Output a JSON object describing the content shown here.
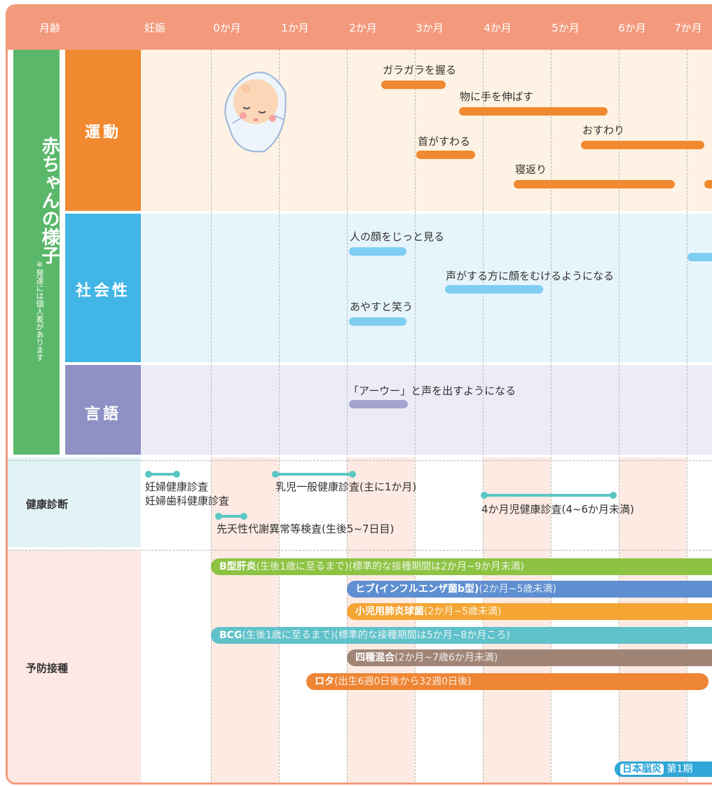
{
  "header": {
    "age_label": "月齢",
    "months": [
      "妊娠",
      "0か月",
      "1か月",
      "2か月",
      "3か月",
      "4か月",
      "5か月",
      "6か月",
      "7か月"
    ]
  },
  "baby": {
    "title": "赤ちゃんの様子",
    "note": "※発達には個人差があります",
    "categories": {
      "motor": "運動",
      "social": "社会性",
      "language": "言語"
    }
  },
  "milestones": {
    "motor": [
      {
        "label": "ガラガラを握る"
      },
      {
        "label": "物に手を伸ばす"
      },
      {
        "label": "首がすわる"
      },
      {
        "label": "おすわり"
      },
      {
        "label": "寝返り"
      }
    ],
    "social": [
      {
        "label": "人の顔をじっと見る"
      },
      {
        "label": "声がする方に顔をむけるようになる"
      },
      {
        "label": "あやすと笑う"
      }
    ],
    "language": [
      {
        "label": "「アーウー」と声を出すようになる"
      }
    ]
  },
  "checkups": {
    "title": "健康診断",
    "items": [
      {
        "label": "妊婦健康診査"
      },
      {
        "label": "妊婦歯科健康診査"
      },
      {
        "label": "乳児一般健康診査(主に1か月)"
      },
      {
        "label": "先天性代謝異常等検査(生後5~7日目)"
      },
      {
        "label": "4か月児健康診査(4~6か月未満)"
      }
    ]
  },
  "vaccines": {
    "title": "予防接種",
    "items": [
      {
        "name": "B型肝炎",
        "detail": "(生後1歳に至るまで)(標準的な接種期間は2か月~9か月未満)",
        "color": "#8dc343"
      },
      {
        "name": "ヒブ(インフルエンザ菌b型)",
        "detail": "(2か月~5歳未満)",
        "color": "#5f8fd0"
      },
      {
        "name": "小児用肺炎球菌",
        "detail": "(2か月~5歳未満)",
        "color": "#f4a534"
      },
      {
        "name": "BCG",
        "detail": "(生後1歳に至るまで)(標準的な接種期間は5か月~8か月ころ)",
        "color": "#5fc1c9"
      },
      {
        "name": "四種混合",
        "detail": "(2か月~7歳6か月未満)",
        "color": "#a08577"
      },
      {
        "name": "ロタ",
        "detail": "(出生6週0日後から32週0日後)",
        "color": "#ee8534"
      },
      {
        "name": "日本脳炎",
        "detail": "第1期",
        "color": "#2fa6d6"
      }
    ]
  },
  "colors": {
    "header": "#f39a7c",
    "motor": "#f0892f",
    "social": "#41b5e6",
    "language": "#8f91c4",
    "baby_title": "#5bb86a",
    "motor_bar": "#f0892f",
    "social_bar": "#7fcdf0",
    "language_bar": "#a6a3d1"
  }
}
